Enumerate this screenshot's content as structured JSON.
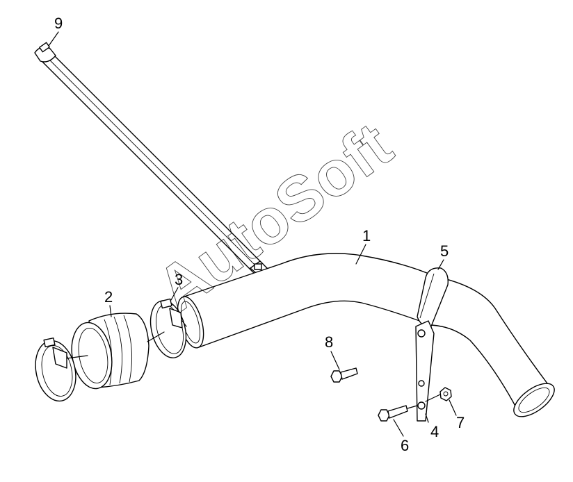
{
  "diagram": {
    "callouts": [
      "1",
      "2",
      "3",
      "4",
      "5",
      "6",
      "7",
      "8",
      "9"
    ],
    "watermark": "AutoSoft",
    "colors": {
      "line": "#000000",
      "background": "#ffffff"
    }
  }
}
